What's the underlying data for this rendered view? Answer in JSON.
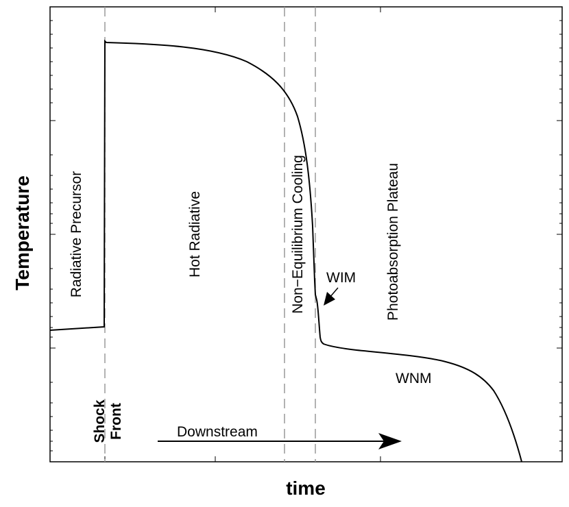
{
  "axes": {
    "xlabel": "time",
    "ylabel": "Temperature"
  },
  "regions": {
    "radiative_precursor": "Radiative Precursor",
    "hot_radiative": "Hot Radiative",
    "non_equilibrium_cooling": "Non−Equilibrium Cooling",
    "photoabsorption_plateau": "Photoabsorption Plateau"
  },
  "annotations": {
    "wim": "WIM",
    "wnm": "WNM",
    "downstream": "Downstream",
    "shock_line1": "Shock",
    "shock_line2": "Front"
  },
  "colors": {
    "curve": "#000000",
    "divider": "#999999",
    "frame": "#000000"
  }
}
